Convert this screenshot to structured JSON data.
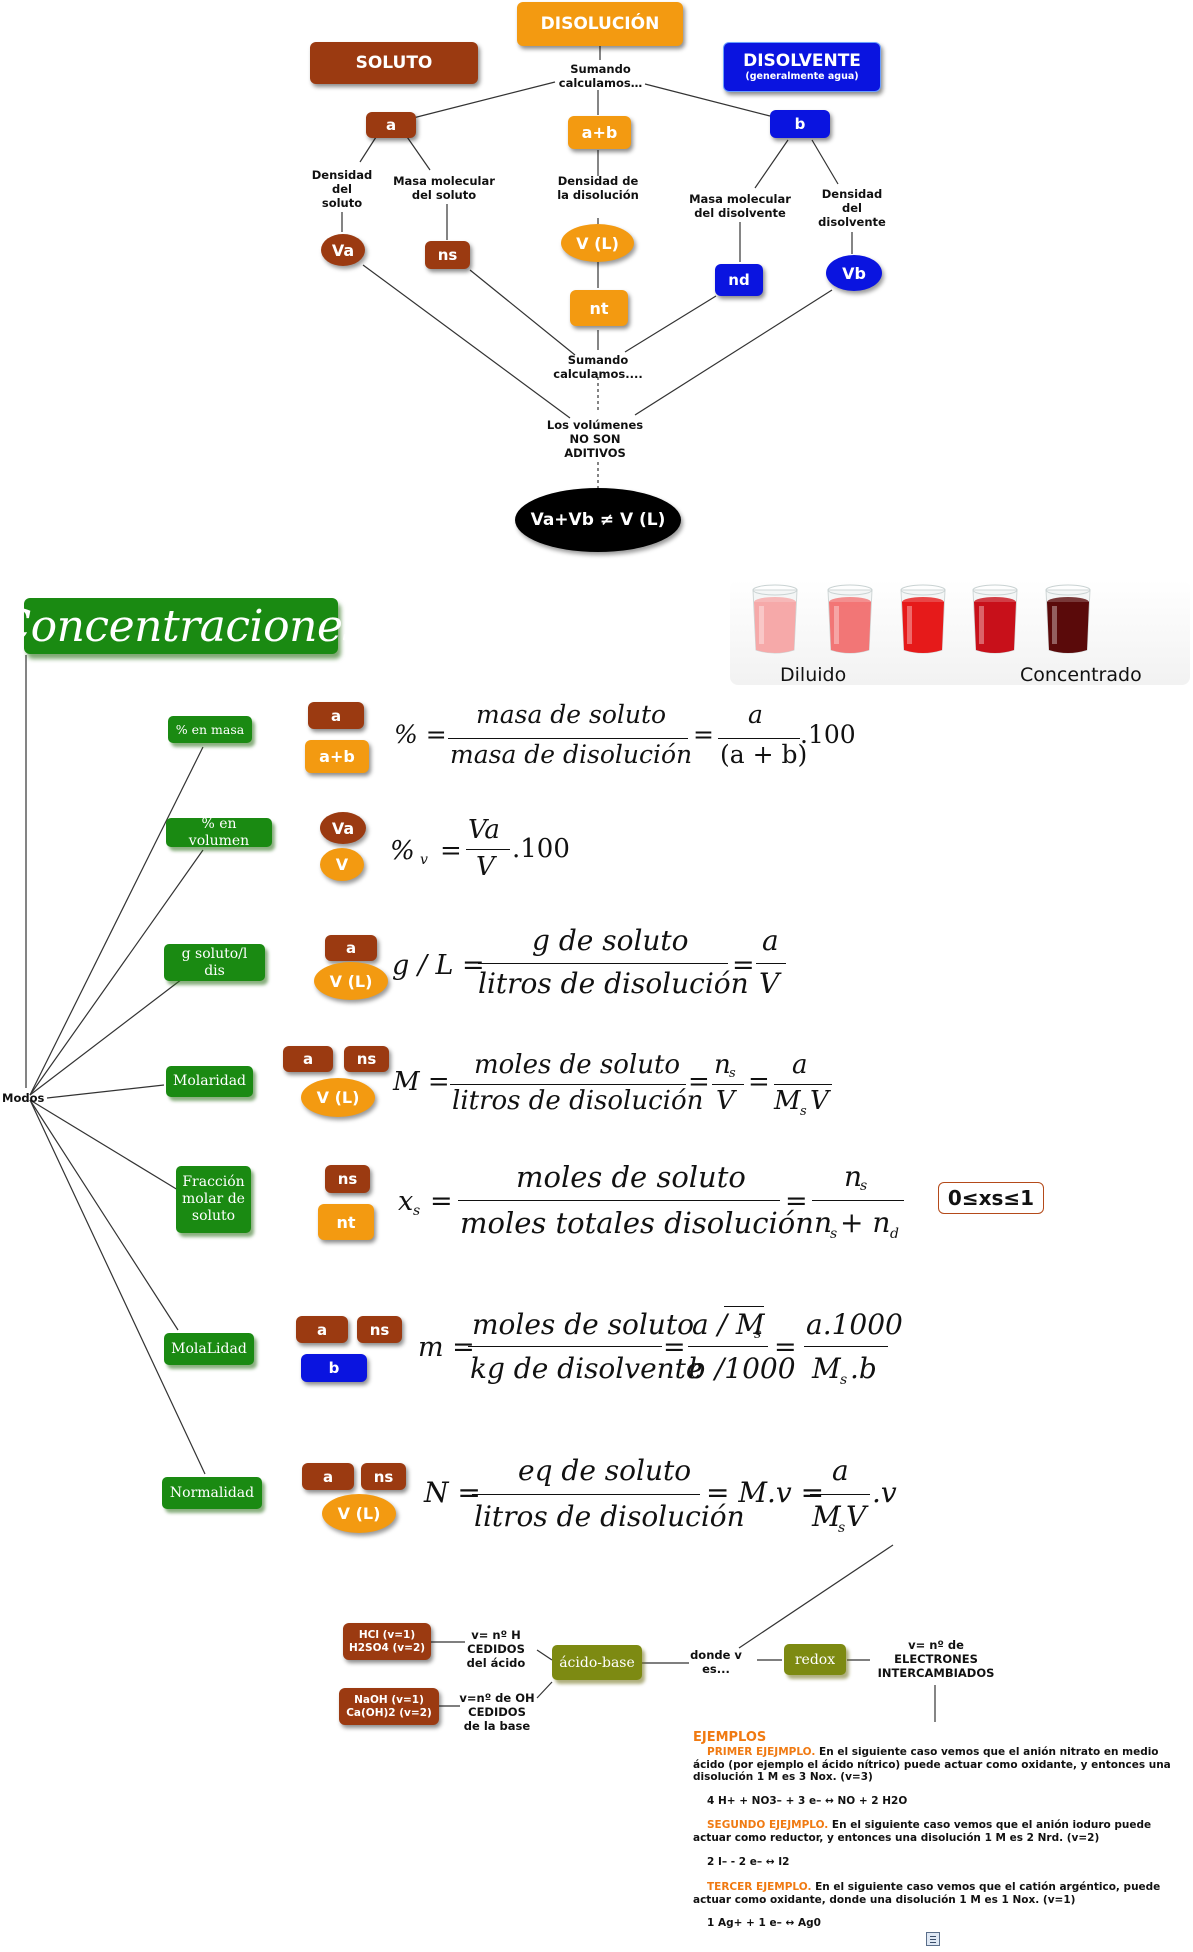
{
  "top": {
    "disolucion": "DISOLUCIÓN",
    "soluto": "SOLUTO",
    "disolvente": "DISOLVENTE",
    "disolvente_sub": "(generalmente agua)",
    "sumando1": "Sumando\ncalculamos…",
    "a": "a",
    "ab": "a+b",
    "b": "b",
    "dens_soluto": "Densidad\ndel\nsoluto",
    "masa_mol_soluto": "Masa molecular\ndel soluto",
    "dens_disolucion": "Densidad de\nla disolución",
    "masa_mol_disolvente": "Masa molecular\ndel disolvente",
    "dens_disolvente": "Densidad\ndel\ndisolvente",
    "Va": "Va",
    "ns": "ns",
    "VL": "V (L)",
    "nd": "nd",
    "Vb": "Vb",
    "nt": "nt",
    "sumando2": "Sumando\ncalculamos....",
    "volumenes": "Los volúmenes\nNO SON\nADITIVOS",
    "inequality": "Va+Vb ≠ V (L)"
  },
  "concentraciones": {
    "title": "Concentraciones",
    "diluido": "Diluido",
    "concentrado": "Concentrado",
    "glass_colors": [
      "#f6a9a9",
      "#f27676",
      "#e61a1a",
      "#c8101a",
      "#5a0a0a"
    ],
    "modos": "Modos",
    "nodes": [
      "% en masa",
      "% en volumen",
      "g soluto/l dis",
      "Molaridad",
      "Fracción\nmolar de\nsoluto",
      "MolaLidad",
      "Normalidad"
    ],
    "range_box": "0≤xs≤1"
  },
  "formulas": {
    "masa": {
      "lhs": "% =",
      "num": "masa de soluto",
      "den": "masa de disolución",
      "eq": "=",
      "num2": "a",
      "den2": "(a + b)",
      "tail": ".100"
    },
    "volumen": {
      "lhs": "%",
      "sub": "v",
      "eq": "=",
      "num": "Va",
      "den": "V",
      "tail": ".100"
    },
    "gl": {
      "lhs": "g / L =",
      "num": "g de soluto",
      "den": "litros de disolución",
      "eq": "=",
      "num2": "a",
      "den2": "V"
    },
    "molaridad": {
      "lhs": "M =",
      "num": "moles de soluto",
      "den": "litros de disolución",
      "eq": "=",
      "num2": "n",
      "num2sub": "s",
      "den2": "V",
      "eq2": "=",
      "num3": "a",
      "den3": "M",
      "den3sub": "s",
      "den3tail": "V"
    },
    "fraccion": {
      "lhs": "x",
      "lhssub": "s",
      "eq0": "=",
      "num": "moles de soluto",
      "den": "moles totales disolución",
      "eq": "=",
      "num2": "n",
      "num2sub": "s",
      "den2a": "n",
      "den2asub": "s",
      "den2plus": " + n",
      "den2bsub": "d"
    },
    "molalidad": {
      "lhs": "m =",
      "num": "moles de soluto",
      "den": "kg de disolvente",
      "eq": "=",
      "num2": "a / M",
      "num2sub": "s",
      "den2": "b /1000",
      "eq2": "=",
      "num3": "a.1000",
      "den3": "M",
      "den3sub": "s",
      "den3tail": ".b"
    },
    "normalidad": {
      "lhs": "N =",
      "num": "eq de soluto",
      "den": "litros de disolución",
      "eq": "= M.v =",
      "num2": "a",
      "den2": "M",
      "den2sub": "s",
      "den2tail": "V",
      "tail": ".v"
    }
  },
  "badges": {
    "masa": [
      "a",
      "a+b"
    ],
    "volumen": [
      "Va",
      "V"
    ],
    "gl": [
      "a",
      "V (L)"
    ],
    "molaridad": [
      "a",
      "ns",
      "V (L)"
    ],
    "fraccion": [
      "ns",
      "nt"
    ],
    "molalidad": [
      "a",
      "ns",
      "b"
    ],
    "normalidad": [
      "a",
      "ns",
      "V (L)"
    ]
  },
  "valence": {
    "acid_examples": "HCl (v=1)\nH2SO4 (v=2)",
    "acid_text": "v= nº H\nCEDIDOS\ndel ácido",
    "base_examples": "NaOH (v=1)\nCa(OH)2 (v=2)",
    "base_text": "v=nº de OH\nCEDIDOS\nde la base",
    "acido_base": "ácido-base",
    "donde": "donde v\nes...",
    "redox": "redox",
    "redox_text": "v= nº de\nELECTRONES\nINTERCAMBIADOS"
  },
  "examples": {
    "title": "EJEMPLOS",
    "e1_head": "PRIMER EJEJMPLO.",
    "e1_text": " En el siguiente caso vemos que el anión nitrato en medio ácido (por ejemplo el ácido nítrico) puede actuar como oxidante, y entonces una disolución 1 M es 3 Nox. (v=3)",
    "e1_eq": "4 H+ + NO3– + 3 e– ↔ NO + 2 H2O",
    "e2_head": "SEGUNDO EJEJMPLO.",
    "e2_text": " En el siguiente caso vemos que el anión ioduro puede actuar como reductor, y entonces una disolución 1 M es 2 Nrd. (v=2)",
    "e2_eq": "2 I– - 2 e– ↔ I2",
    "e3_head": "TERCER EJEMPLO.",
    "e3_text": "  En el siguiente caso vemos que el catión argéntico, puede actuar como oxidante, donde una disolución 1 M es 1 Nox. (v=1)",
    "e3_eq": "1 Ag+ + 1 e– ↔ Ag0"
  }
}
